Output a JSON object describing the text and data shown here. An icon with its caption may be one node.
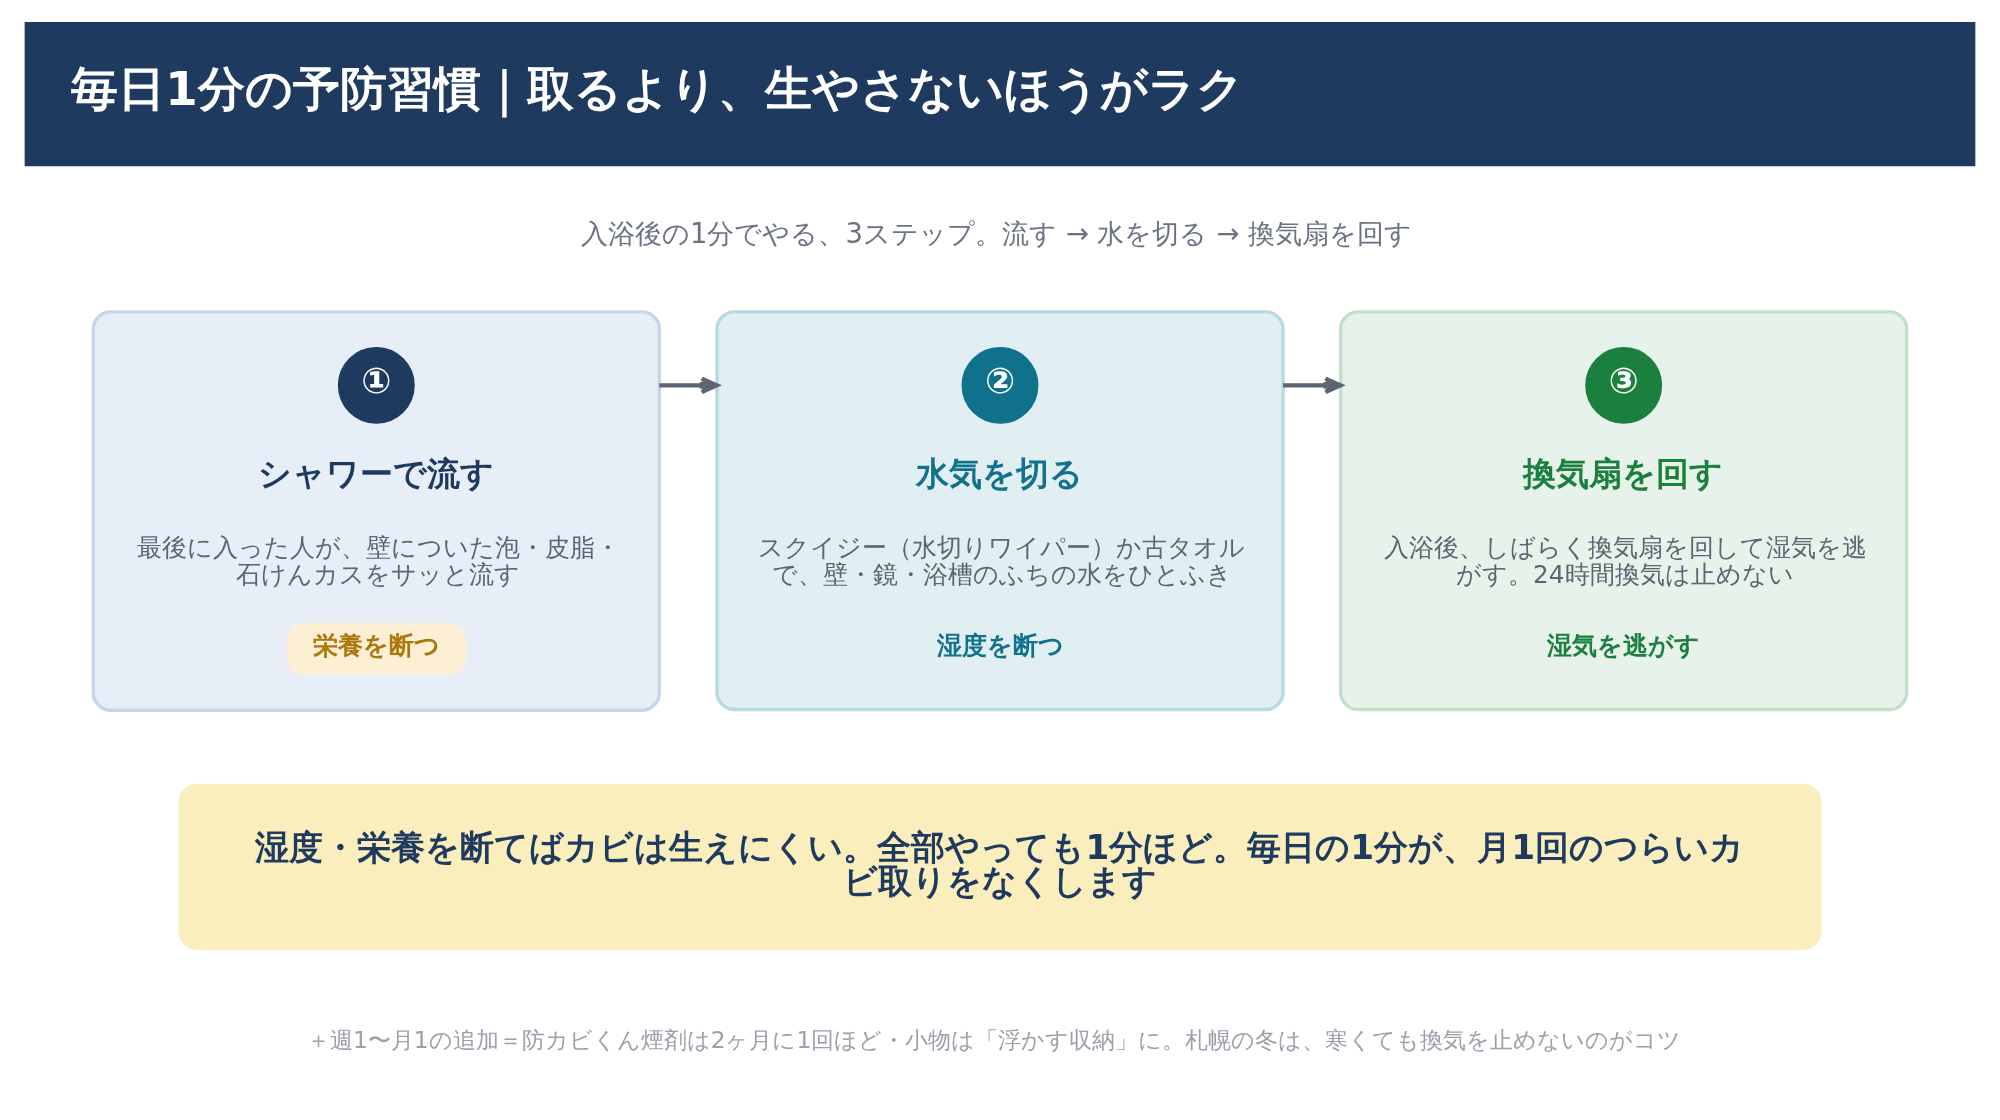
{
  "diagram": {
    "title": "毎日1分の予防習慣｜取るより、生やさないほうがラク",
    "nodes": [
      {
        "text": [
          "シャワーで流す",
          "最後に入った人が、壁についた泡・皮脂・石けんカスをサッと流す"
        ]
      },
      {
        "text": [
          "①"
        ],
        "in": 0
      },
      {
        "text": [
          "栄養を断つ"
        ],
        "in": 0
      },
      {
        "text": [
          "水気を切る",
          "スクイジー（水切りワイパー）か古タオルで、壁・鏡・浴槽のふちの水をひとふき",
          "湿度を断つ"
        ]
      },
      {
        "text": [
          "②"
        ],
        "in": 3
      },
      {
        "text": [
          "換気扇を回す",
          "入浴後、しばらく換気扇を回して湿気を逃がす。24時間換気は止めない",
          "湿気を逃がす"
        ]
      },
      {
        "text": [
          "③"
        ],
        "in": 5
      },
      {
        "text": [
          "湿度・栄養を断てばカビは生えにくい。全部やっても1分ほど。毎日の1分が、月1回のつらいカビ取りをなくします"
        ]
      }
    ],
    "edges": [
      {
        "from": 0,
        "to": 3,
        "arrow": "to"
      },
      {
        "from": 3,
        "to": 5,
        "arrow": "to"
      }
    ],
    "labels": [
      "入浴後の1分でやる、3ステップ。流す → 水を切る → 換気扇を回す",
      "＋週1〜月1の追加＝防カビくん煙剤は2ヶ月に1回ほど・小物は「浮かす収納」に。札幌の冬は、寒くても換気を止めないのがコツ"
    ]
  }
}
